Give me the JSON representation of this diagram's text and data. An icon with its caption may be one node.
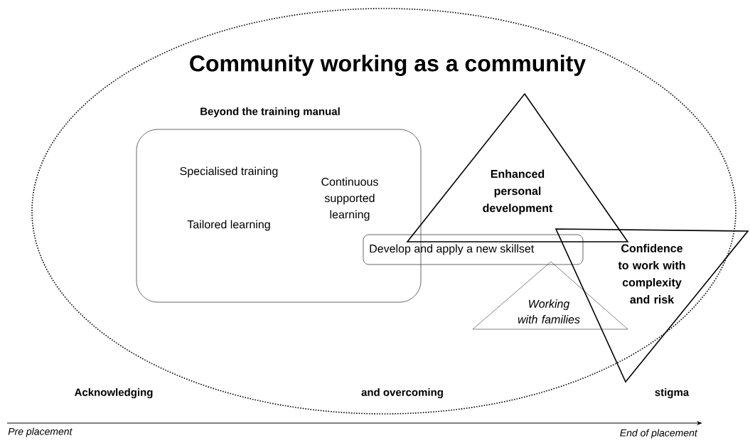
{
  "diagram": {
    "nodes": [
      {
        "text": [
          "Community working as a community"
        ]
      },
      {
        "text": [
          "Beyond the training manual",
          "Specialised training",
          "Continuous supported learning",
          "Tailored learning"
        ],
        "in": 0
      },
      {
        "text": [
          "Enhanced personal development"
        ],
        "in": 0
      },
      {
        "text": [
          "Develop and apply a new skillset"
        ],
        "in": 0
      },
      {
        "text": [
          "Confidence to work with complexity and risk"
        ]
      },
      {
        "text": [
          "Working with families"
        ],
        "in": 0
      }
    ],
    "labels": [
      "Acknowledging",
      "and overcoming",
      "stigma",
      "Pre placement",
      "End of placement"
    ]
  }
}
